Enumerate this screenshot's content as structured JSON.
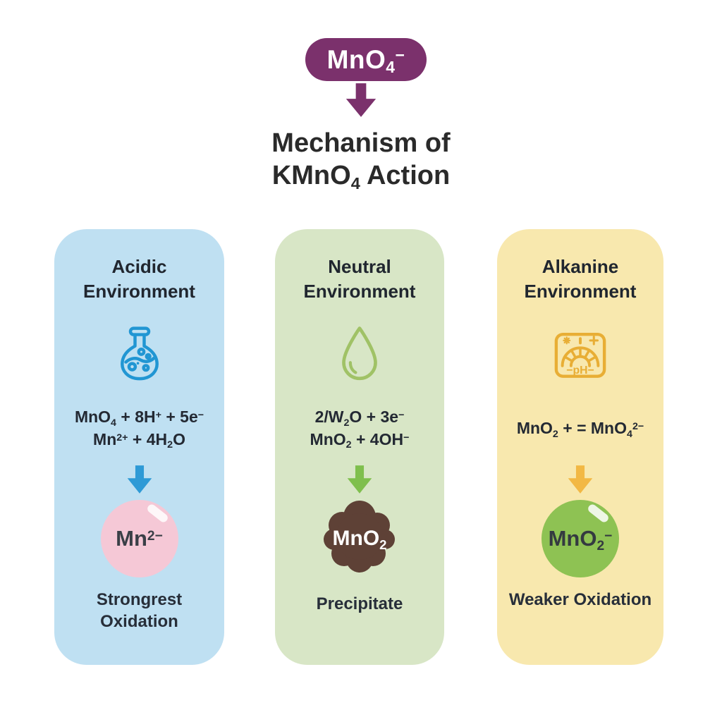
{
  "header": {
    "pill_label_html": "MnO<sub>4</sub><sup>−</sup>",
    "pill_color": "#7b316c",
    "arrow_color": "#7b316c",
    "title_line1": "Mechanism of",
    "title_line2_html": "KMnO<sub>4</sub> Action",
    "title_color": "#2a2a2a"
  },
  "columns": [
    {
      "key": "acidic",
      "title_line1": "Acidic",
      "title_line2": "Environment",
      "icon": "flask-icon",
      "equation_line1_html": "MnO<sub>4</sub> + 8H<sup>+</sup> + 5e<sup>−</sup>",
      "equation_line2_html": "Mn<sup>2+</sup> + 4H<sub>2</sub>O",
      "product_label_html": "Mn<sup>2−</sup>",
      "caption_html": "Strongrest<br>Oxidation",
      "colors": {
        "card_bg": "#bfe0f2",
        "icon": "#2196d3",
        "arrow": "#2e9ad6",
        "product_bg": "#f5c8d6",
        "product_text": "#3a3f47"
      }
    },
    {
      "key": "neutral",
      "title_line1": "Neutral",
      "title_line2": "Environment",
      "icon": "droplet-icon",
      "equation_line1_html": "2/W<sub>2</sub>O + 3e<sup>−</sup>",
      "equation_line2_html": "MnO<sub>2</sub> + 4OH<sup>−</sup>",
      "product_label_html": "MnO<sub>2</sub>",
      "caption_html": "Precipitate",
      "colors": {
        "card_bg": "#d8e6c6",
        "icon": "#a0c266",
        "arrow": "#7fbf4d",
        "product_bg": "#5e4136",
        "product_text": "#ffffff"
      }
    },
    {
      "key": "alkaline",
      "title_line1": "Alkanine",
      "title_line2": "Environment",
      "icon": "ph-meter-icon",
      "ph_label": "−pH−",
      "equation_line1_html": "MnO<sub>2</sub> + = MnO<sub>4</sub><sup>2−</sup>",
      "equation_line2_html": "",
      "product_label_html": "MnO<sub>2</sub><sup>−</sup>",
      "caption_html": "Weaker Oxidation",
      "colors": {
        "card_bg": "#f8e8ae",
        "icon": "#e8ae35",
        "arrow": "#f2b844",
        "product_bg": "#8ec253",
        "product_text": "#343a40"
      }
    }
  ]
}
